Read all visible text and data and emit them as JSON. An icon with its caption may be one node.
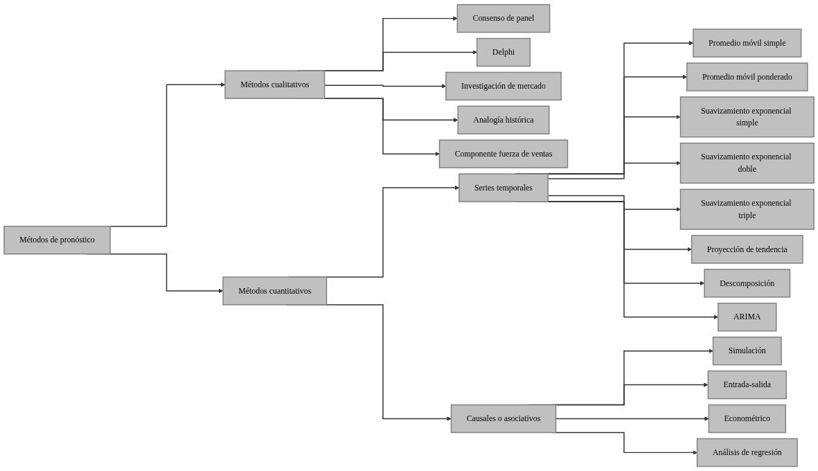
{
  "diagram": {
    "nodes": [
      {
        "text": [
          "Métodos de pronóstico"
        ]
      },
      {
        "text": [
          "Métodos cualitativos"
        ]
      },
      {
        "text": [
          "Métodos cuantitativos"
        ]
      },
      {
        "text": [
          "Consenso de panel"
        ]
      },
      {
        "text": [
          "Delphi"
        ]
      },
      {
        "text": [
          "Investigación de mercado"
        ]
      },
      {
        "text": [
          "Analogía histórica"
        ]
      },
      {
        "text": [
          "Componente fuerza de ventas"
        ]
      },
      {
        "text": [
          "Series temporales"
        ]
      },
      {
        "text": [
          "Causales o asociativos"
        ]
      },
      {
        "text": [
          "Promedio móvil simple"
        ]
      },
      {
        "text": [
          "Promedio móvil ponderado"
        ]
      },
      {
        "text": [
          "Suavizamiento exponencial simple"
        ]
      },
      {
        "text": [
          "Suavizamiento exponencial doble"
        ]
      },
      {
        "text": [
          "Suavizamiento exponencial triple"
        ]
      },
      {
        "text": [
          "Proyección de tendencia"
        ]
      },
      {
        "text": [
          "Descomposición"
        ]
      },
      {
        "text": [
          "ARIMA"
        ]
      },
      {
        "text": [
          "Simulación"
        ]
      },
      {
        "text": [
          "Entrada-salida"
        ]
      },
      {
        "text": [
          "Econométrico"
        ]
      },
      {
        "text": [
          "Análisis de regresión"
        ]
      }
    ],
    "edges": [
      {
        "from": 0,
        "to": 1,
        "arrow": "to"
      },
      {
        "from": 0,
        "to": 2,
        "arrow": "to"
      },
      {
        "from": 1,
        "to": 3,
        "arrow": "to"
      },
      {
        "from": 1,
        "to": 4,
        "arrow": "to"
      },
      {
        "from": 1,
        "to": 5,
        "arrow": "to"
      },
      {
        "from": 1,
        "to": 6,
        "arrow": "to"
      },
      {
        "from": 1,
        "to": 7,
        "arrow": "to"
      },
      {
        "from": 2,
        "to": 8,
        "arrow": "to"
      },
      {
        "from": 2,
        "to": 9,
        "arrow": "to"
      },
      {
        "from": 8,
        "to": 10,
        "arrow": "to"
      },
      {
        "from": 8,
        "to": 11,
        "arrow": "to"
      },
      {
        "from": 8,
        "to": 12,
        "arrow": "to"
      },
      {
        "from": 8,
        "to": 13,
        "arrow": "to"
      },
      {
        "from": 8,
        "to": 14,
        "arrow": "to"
      },
      {
        "from": 8,
        "to": 15,
        "arrow": "to"
      },
      {
        "from": 8,
        "to": 16,
        "arrow": "to"
      },
      {
        "from": 8,
        "to": 17,
        "arrow": "to"
      },
      {
        "from": 9,
        "to": 18,
        "arrow": "to"
      },
      {
        "from": 9,
        "to": 19,
        "arrow": "to"
      },
      {
        "from": 9,
        "to": 20,
        "arrow": "to"
      },
      {
        "from": 9,
        "to": 21,
        "arrow": "to"
      }
    ]
  }
}
